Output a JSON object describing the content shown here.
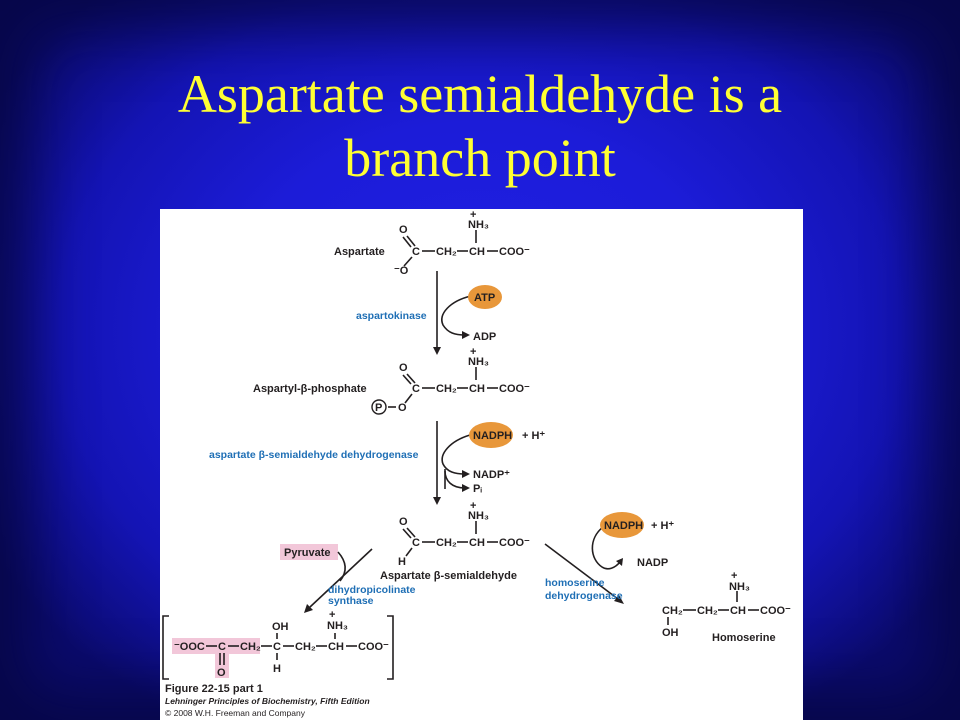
{
  "slide": {
    "title_line1": "Aspartate semialdehyde is a",
    "title_line2": "branch point"
  },
  "figure": {
    "compounds": {
      "aspartate": "Aspartate",
      "aspartyl_phosphate": "Aspartyl-β-phosphate",
      "aspartate_semialdehyde": "Aspartate β-semialdehyde",
      "homoserine": "Homoserine",
      "pyruvate": "Pyruvate"
    },
    "enzymes": {
      "aspartokinase": "aspartokinase",
      "asa_dehydrogenase": "aspartate β-semialdehyde dehydrogenase",
      "dhdp_synthase_line1": "dihydropicolinate",
      "dhdp_synthase_line2": "synthase",
      "homoserine_dh_line1": "homoserine",
      "homoserine_dh_line2": "dehydrogenase"
    },
    "cofactors": {
      "atp": "ATP",
      "adp": "ADP",
      "nadph": "NADPH",
      "h_plus": "+ H⁺",
      "nadp_plus": "NADP⁺",
      "nadp": "NADP",
      "pi": "Pᵢ",
      "phosphoryl": "P"
    },
    "caption": {
      "figure_number": "Figure 22-15 part 1",
      "book": "Lehninger Principles of Biochemistry, Fifth Edition",
      "copyright": "© 2008 W.H. Freeman and Company"
    },
    "colors": {
      "cofactor_fill": "#e8973a",
      "enzyme_text": "#1f6fb5",
      "highlight_fill": "#f2c7d9"
    }
  }
}
